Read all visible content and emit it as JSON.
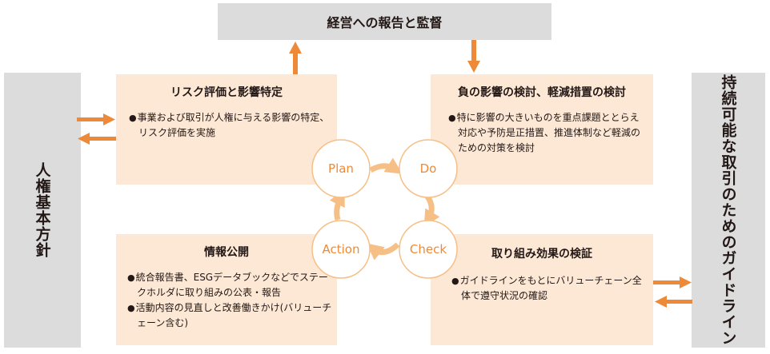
{
  "top_box": {
    "label": "経営への報告と監督"
  },
  "left_bar": {
    "label": "人権基本方針"
  },
  "right_bar": {
    "label": "持続可能な取引のためのガイドライン"
  },
  "panels": {
    "risk_assessment": {
      "title": "リスク評価と影響特定",
      "bullets": [
        "事業および取引が人権に与える影響の特定、リスク評価を実施"
      ]
    },
    "mitigation": {
      "title": "負の影響の検討、軽減措置の検討",
      "bullets": [
        "特に影響の大きいものを重点課題ととらえ対応や予防是正措置、推進体制など軽減のための対策を検討"
      ]
    },
    "disclosure": {
      "title": "情報公開",
      "bullets": [
        "統合報告書、ESGデータブックなどでステークホルダに取り組みの公表・報告",
        "活動内容の見直しと改善働きかけ(バリューチェーン含む)"
      ]
    },
    "verification": {
      "title": "取り組み効果の検証",
      "bullets": [
        "ガイドラインをもとにバリューチェーン全体で遵守状況の確認"
      ]
    }
  },
  "cycle": {
    "plan": "Plan",
    "do": "Do",
    "check": "Check",
    "action": "Action"
  },
  "colors": {
    "accent_orange": "#ee8a37",
    "light_orange": "#f6bf86",
    "panel_fill": "#fde8d6",
    "grey_fill": "#dcdcdc"
  }
}
